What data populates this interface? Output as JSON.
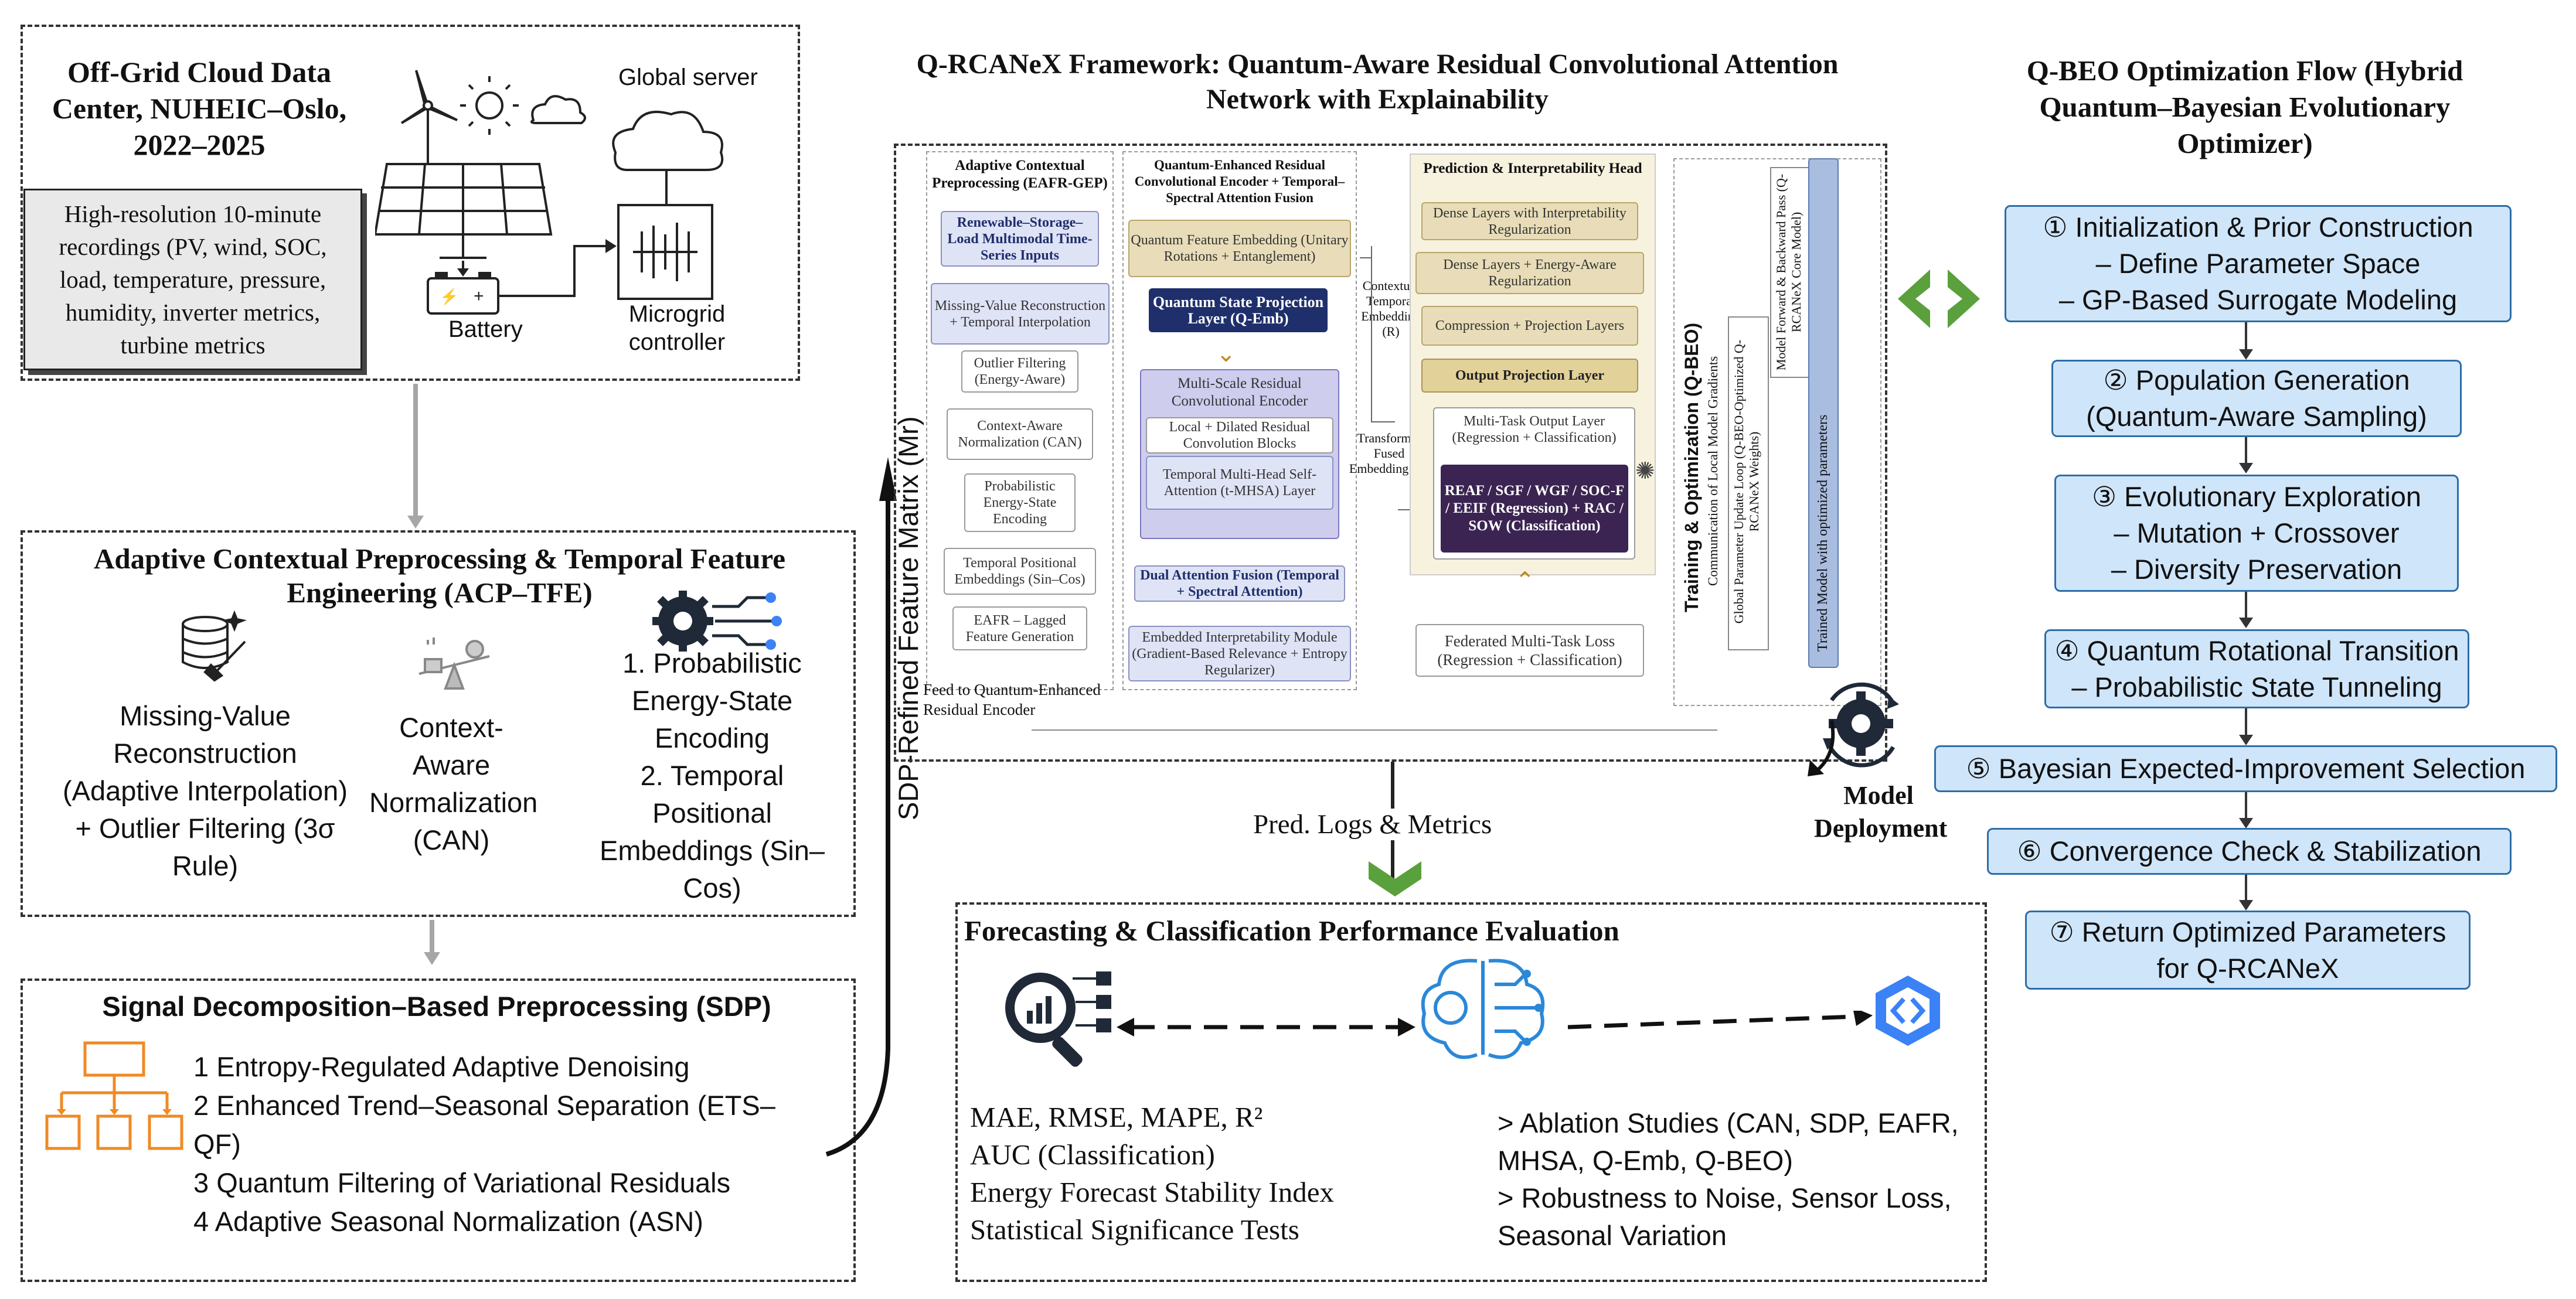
{
  "colors": {
    "flow_fill": "#cfe5fa",
    "flow_border": "#2d6ea8",
    "navy": "#1e2f6b",
    "dark_purple": "#3b2452",
    "green_chevron": "#5aa03c",
    "gray_arrow": "#a6a6a6"
  },
  "datacenter": {
    "title_lines": [
      "Off-Grid Cloud Data",
      "Center, NUHEIC–Oslo,",
      "2022–2025"
    ],
    "recordings_lines": [
      "High-resolution 10-minute",
      "recordings (PV, wind, SOC,",
      "load, temperature, pressure,",
      "humidity, inverter metrics,",
      "turbine metrics"
    ],
    "global_server": "Global server",
    "battery": "Battery",
    "microgrid_lines": [
      "Microgrid",
      "controller"
    ]
  },
  "acp": {
    "title_lines": [
      "Adaptive Contextual Preprocessing & Temporal Feature",
      "Engineering (ACP–TFE)"
    ],
    "col1_lines": [
      "Missing-Value",
      "Reconstruction",
      "(Adaptive Interpolation)",
      "+ Outlier Filtering (3σ",
      "Rule)"
    ],
    "col2_lines": [
      "Context-",
      "Aware",
      "Normalization",
      "(CAN)"
    ],
    "col3_lines": [
      "1. Probabilistic",
      "Energy-State",
      "Encoding",
      "2. Temporal",
      "Positional",
      "Embeddings (Sin–",
      "Cos)"
    ]
  },
  "sdp": {
    "title": "Signal Decomposition–Based Preprocessing (SDP)",
    "items": [
      "1 Entropy-Regulated Adaptive Denoising",
      "2 Enhanced Trend–Seasonal Separation (ETS–",
      "QF)",
      "3 Quantum Filtering of Variational Residuals",
      "4 Adaptive Seasonal Normalization (ASN)"
    ],
    "side_label": "SDP-Refined Feature Matrix (Mr)"
  },
  "framework": {
    "title_lines": [
      "Q-RCANeX Framework: Quantum-Aware Residual Convolutional Attention",
      "Network with Explainability"
    ],
    "col1": {
      "title": "Adaptive Contextual Preprocessing (EAFR-GEP)",
      "boxes": [
        "Renewable–Storage–Load Multimodal Time-Series Inputs",
        "Missing-Value Reconstruction + Temporal Interpolation",
        "Outlier Filtering (Energy-Aware)",
        "Context-Aware Normalization (CAN)",
        "Probabilistic Energy-State Encoding",
        "Temporal Positional Embeddings (Sin–Cos)",
        "EAFR – Lagged Feature Generation"
      ],
      "feed": "Feed to Quantum-Enhanced Residual Encoder"
    },
    "col2": {
      "title": "Quantum-Enhanced Residual Convolutional Encoder + Temporal–Spectral Attention Fusion",
      "boxes": [
        "Quantum Feature Embedding (Unitary Rotations + Entanglement)",
        "Quantum State Projection Layer (Q-Emb)",
        "Multi-Scale Residual Convolutional Encoder",
        "Local + Dilated Residual Convolution Blocks",
        "Temporal Multi-Head Self-Attention (t-MHSA) Layer",
        "Dual Attention Fusion (Temporal + Spectral Attention)",
        "Embedded Interpretability Module (Gradient-Based Relevance + Entropy Regularizer)"
      ]
    },
    "mid_labels": [
      "Contextual Temporal Embedding (R)",
      "Transformer Fused Embedding (R)"
    ],
    "col3": {
      "title": "Prediction & Interpretability Head",
      "boxes": [
        "Dense Layers with Interpretability Regularization",
        "Dense Layers + Energy-Aware Regularization",
        "Compression + Projection Layers",
        "Output Projection Layer",
        "Multi-Task Output Layer (Regression + Classification)",
        "REAF / SGF / WGF / SOC-F / EEIF (Regression) + RAC / SOW (Classification)"
      ],
      "loss": "Federated Multi-Task Loss (Regression + Classification)"
    },
    "training": {
      "title": "Training & Optimization (Q-BEO)",
      "sub": "Communication of Local Model Gradients",
      "global_loop": "Global Parameter Update Loop (Q-BEO-Optimized Q-RCANeX Weights)",
      "fwd": "Model Forward & Backward Pass (Q-RCANeX Core Model)",
      "trained": "Trained Model with optimized parameters"
    },
    "pred_logs": "Pred. Logs & Metrics",
    "deploy_lines": [
      "Model",
      "Deployment"
    ]
  },
  "eval": {
    "title": "Forecasting & Classification Performance Evaluation",
    "metrics": [
      "MAE, RMSE, MAPE, R²",
      "AUC (Classification)",
      "Energy Forecast Stability Index",
      "Statistical Significance Tests"
    ],
    "studies": [
      "> Ablation Studies (CAN, SDP, EAFR,",
      "MHSA, Q-Emb, Q-BEO)",
      "> Robustness to Noise, Sensor Loss,",
      "Seasonal Variation"
    ]
  },
  "qbeo": {
    "title_lines": [
      "Q-BEO Optimization Flow (Hybrid",
      "Quantum–Bayesian Evolutionary",
      "Optimizer)"
    ],
    "steps": [
      [
        "① Initialization & Prior Construction",
        "– Define Parameter Space",
        "– GP-Based Surrogate Modeling"
      ],
      [
        "② Population Generation",
        "(Quantum-Aware Sampling)"
      ],
      [
        "③ Evolutionary Exploration",
        "– Mutation + Crossover",
        "– Diversity Preservation"
      ],
      [
        "④ Quantum Rotational Transition",
        "– Probabilistic State Tunneling"
      ],
      [
        "⑤ Bayesian Expected-Improvement Selection"
      ],
      [
        "⑥ Convergence Check & Stabilization"
      ],
      [
        "⑦ Return Optimized Parameters",
        "for Q-RCANeX"
      ]
    ]
  }
}
